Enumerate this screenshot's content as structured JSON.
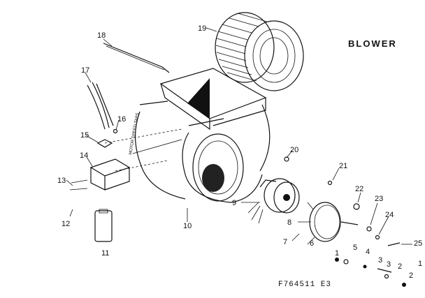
{
  "title": "BLOWER",
  "drawing_code": "F764511  E3",
  "motor_label": "MOTOR SPEED TAPS",
  "part_labels": [
    "1",
    "2",
    "3",
    "4",
    "5",
    "6",
    "7",
    "8",
    "9",
    "10",
    "11",
    "12",
    "13",
    "14",
    "15",
    "16",
    "17",
    "18",
    "19",
    "20",
    "21",
    "22",
    "23",
    "24",
    "25"
  ],
  "small_labels": {
    "a": "2",
    "b": "3",
    "c": "1"
  }
}
